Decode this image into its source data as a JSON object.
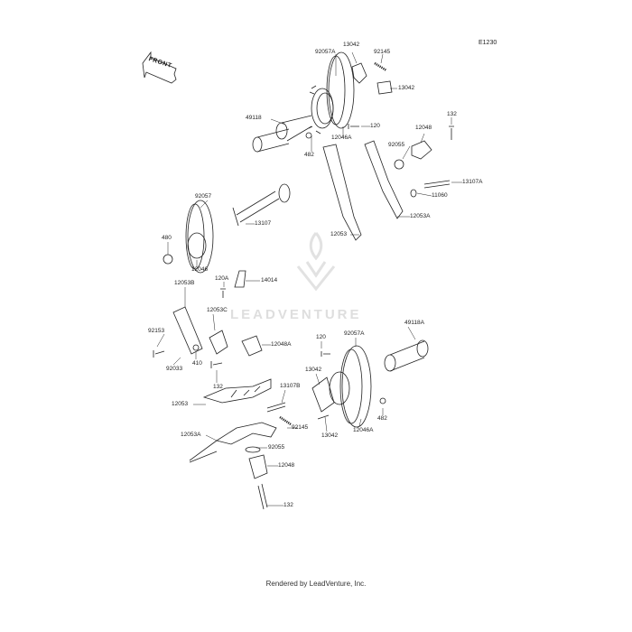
{
  "diagram_code": "E1230",
  "front_label": "FRONT",
  "watermark_text": "LEADVENTURE",
  "footer_text": "Rendered by LeadVenture, Inc.",
  "part_labels": [
    "92057A",
    "13042",
    "92145",
    "13042",
    "49118",
    "120",
    "12046A",
    "482",
    "132",
    "12048",
    "92055",
    "13107A",
    "11060",
    "12053A",
    "92057",
    "13107",
    "12053",
    "480",
    "12046",
    "14014",
    "12053B",
    "120A",
    "12053C",
    "92153",
    "12048A",
    "410",
    "92033",
    "132",
    "120",
    "92057A",
    "49118A",
    "13042",
    "12053",
    "13107B",
    "92145",
    "13042",
    "12046A",
    "482",
    "12053A",
    "92055",
    "12048",
    "132"
  ]
}
